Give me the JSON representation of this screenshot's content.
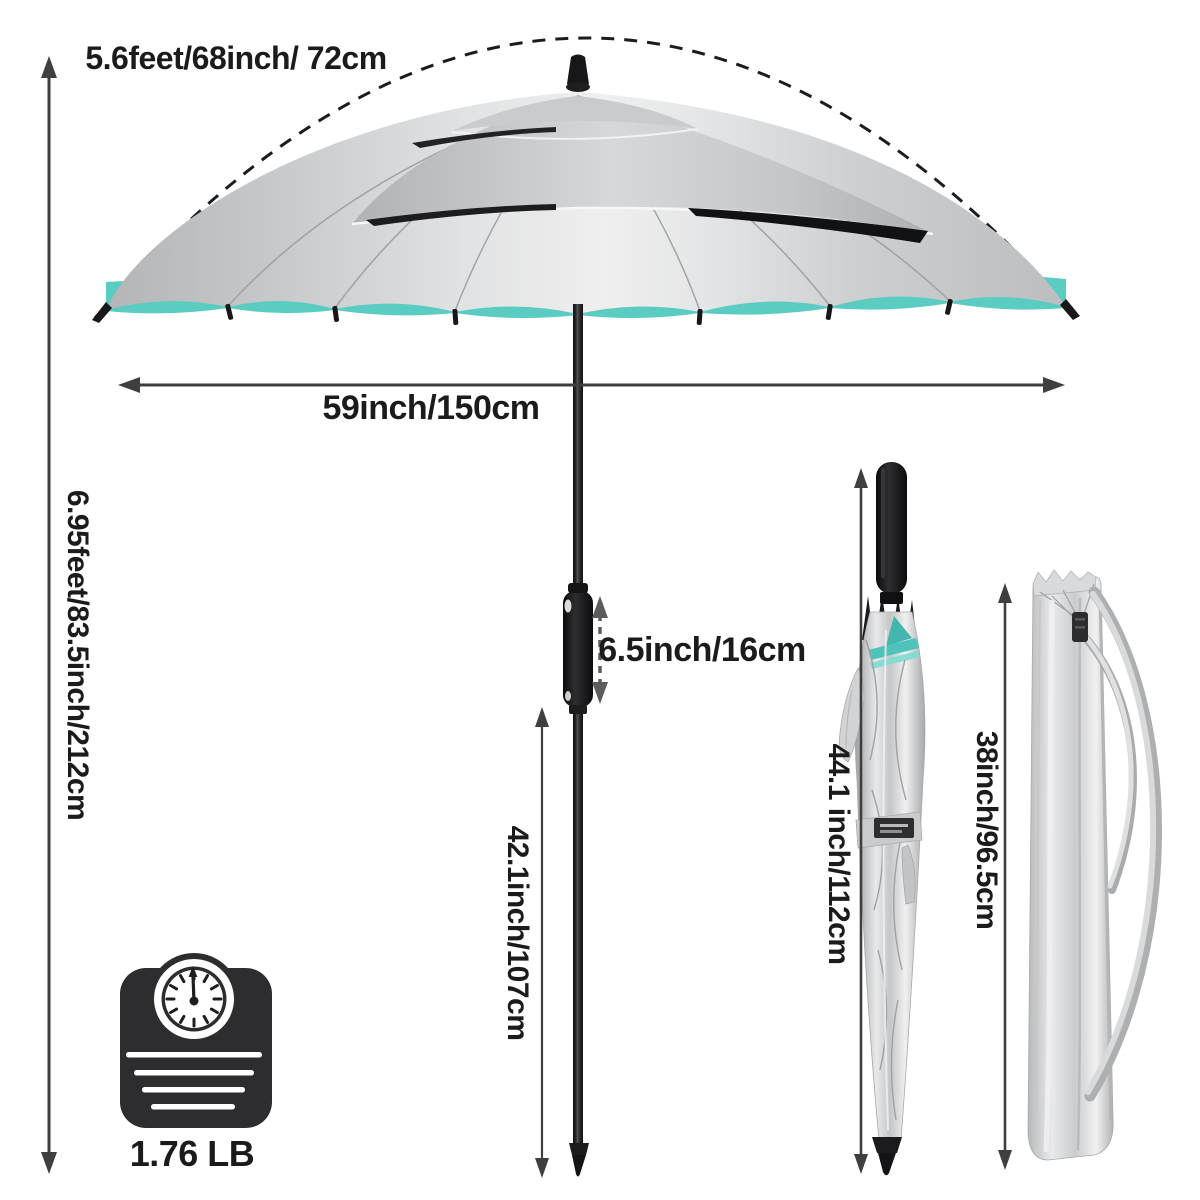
{
  "meta": {
    "description": "Golf umbrella product dimensions diagram",
    "background": "#ffffff"
  },
  "labels": {
    "canopy_arc": "5.6feet/68inch/ 72cm",
    "canopy_width": "59inch/150cm",
    "total_height": "6.95feet/83.5inch/212cm",
    "grip_length": "6.5inch/16cm",
    "shaft_length": "42.1inch/107cm",
    "folded_length": "44.1 inch/112cm",
    "case_length": "38inch/96.5cm",
    "weight": "1.76 LB"
  },
  "colors": {
    "background": "#ffffff",
    "annotation": "#1b1b1d",
    "arrow": "#3f3f41",
    "arrow_dashed": "#5c5c5e",
    "canopy_underside_teal": "#5accc2",
    "canopy_silver": "#d8d9da",
    "icon_dark": "#2d2d2f"
  },
  "icons": [
    {
      "name": "weight-scale-icon",
      "meaning": "product weight"
    }
  ]
}
